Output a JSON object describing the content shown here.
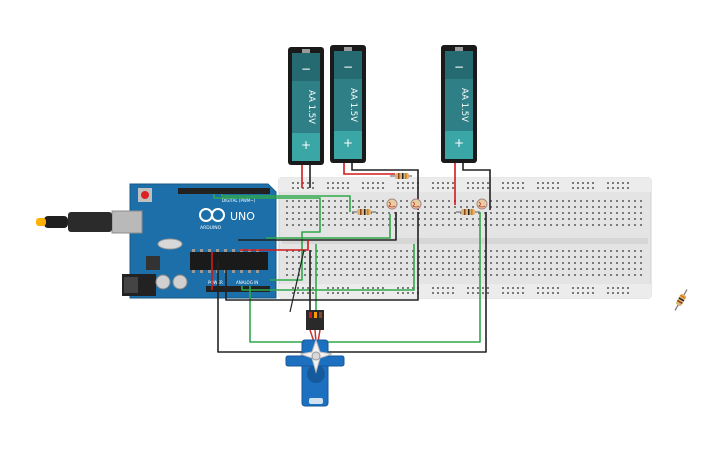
{
  "batteries": [
    {
      "label": "AA 1.5V",
      "minus": "−",
      "plus": "+"
    },
    {
      "label": "AA 1.5V",
      "minus": "−",
      "plus": "+"
    },
    {
      "label": "AA 1.5V",
      "minus": "−",
      "plus": "+"
    }
  ],
  "arduino": {
    "model": "UNO",
    "brand": "ARDUINO",
    "digital_label": "DIGITAL (PWM~)",
    "analog_label": "ANALOG IN",
    "power_label": "POWER"
  },
  "colors": {
    "board": "#1c6fa8",
    "breadboard": "#e6e6e6",
    "battery_body": "#2e7f86",
    "servo": "#1d6fc0",
    "wire_green": "#2fa94a",
    "wire_black": "#222222",
    "wire_red": "#d11a1a"
  },
  "icons": [
    "usb-connector-icon",
    "dc-jack-icon",
    "reset-button-icon",
    "resistor-icon",
    "photoresistor-icon",
    "servo-horn-icon"
  ]
}
